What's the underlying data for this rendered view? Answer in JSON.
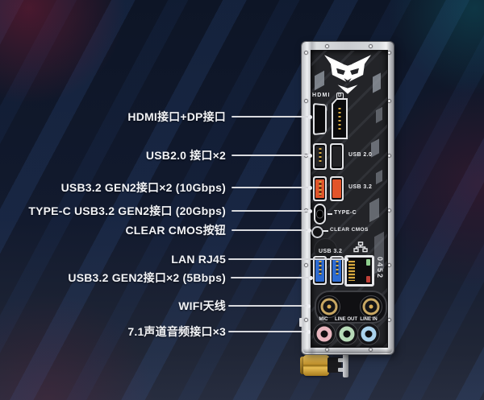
{
  "callouts": [
    {
      "label": "HDMI接口+DP接口"
    },
    {
      "label": "USB2.0 接口×2"
    },
    {
      "label": "USB3.2 GEN2接口×2 (10Gbps)"
    },
    {
      "label": "TYPE-C USB3.2 GEN2接口 (20Gbps)"
    },
    {
      "label": "CLEAR CMOS按钮"
    },
    {
      "label": "LAN RJ45"
    },
    {
      "label": "USB3.2 GEN2接口×2 (5Bbps)"
    },
    {
      "label": "WIFI天线"
    },
    {
      "label": "7.1声道音频接口×3"
    }
  ],
  "panel": {
    "port_labels": {
      "hdmi": "HDMI",
      "dp": "D",
      "usb20": "USB 2.0",
      "usb32": "USB 3.2",
      "typec": "TYPE-C",
      "clear_cmos": "CLEAR CMOS",
      "usb32_gen1": "USB 3.2"
    },
    "audio_labels": [
      "MIC",
      "LINE OUT",
      "LINE IN"
    ],
    "serial": "0452",
    "icons": {
      "logo": "wolf-head-logo",
      "network": "ethernet-icon",
      "dp": "displayport-icon"
    },
    "colors": {
      "usb32_gen2_tongue": "#e2542a",
      "usb32_gen1_tongue": "#2d6bd2",
      "mic_jack": "#e8b6bf",
      "line_out_jack": "#b7dab8",
      "line_in_jack": "#a9d2ec",
      "label_text": "#f2f3f6",
      "background_base": "#111a2d"
    }
  }
}
